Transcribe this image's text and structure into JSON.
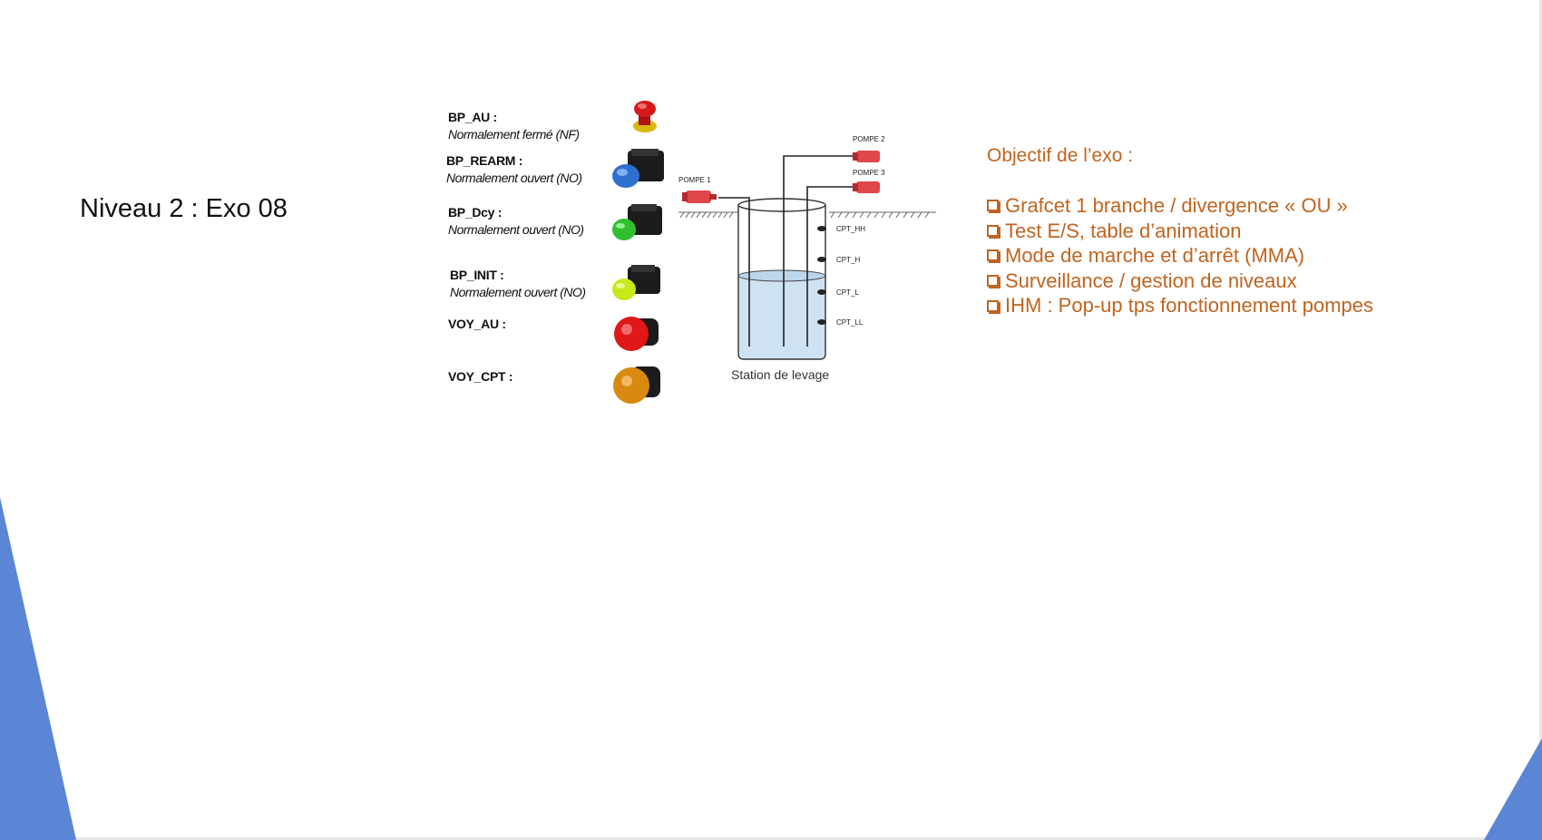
{
  "slide": {
    "title": "Niveau 2 : Exo 08"
  },
  "io_list": [
    {
      "name": "BP_AU :",
      "description": "Normalement fermé (NF)",
      "device": "emergency-stop-button",
      "color": "#d41a1a"
    },
    {
      "name": "BP_REARM :",
      "description": "Normalement ouvert (NO)",
      "device": "push-button",
      "color": "#2f6fd0"
    },
    {
      "name": "BP_Dcy :",
      "description": "Normalement ouvert (NO)",
      "device": "push-button",
      "color": "#2fbf2f"
    },
    {
      "name": "BP_INIT :",
      "description": "Normalement ouvert (NO)",
      "device": "push-button",
      "color": "#c8e81a"
    },
    {
      "name": "VOY_AU :",
      "description": "",
      "device": "indicator-light",
      "color": "#e01818"
    },
    {
      "name": "VOY_CPT :",
      "description": "",
      "device": "indicator-light",
      "color": "#d88a10"
    }
  ],
  "station": {
    "caption": "Station de levage",
    "pumps": [
      "POMPE 1",
      "POMPE 2",
      "POMPE 3"
    ],
    "sensors": [
      "CPT_HH",
      "CPT_H",
      "CPT_L",
      "CPT_LL"
    ],
    "water_color": "#cfe2f1",
    "pump_color": "#e0474c"
  },
  "objectives": {
    "title": "Objectif de l’exo :",
    "items": [
      "Grafcet 1 branche / divergence « OU »",
      "Test E/S, table d’animation",
      "Mode de marche et d’arrêt (MMA)",
      "Surveillance / gestion de niveaux",
      "IHM : Pop-up tps fonctionnement pompes"
    ],
    "color": "#c0641f"
  },
  "theme": {
    "accent": "#5b86d6"
  }
}
